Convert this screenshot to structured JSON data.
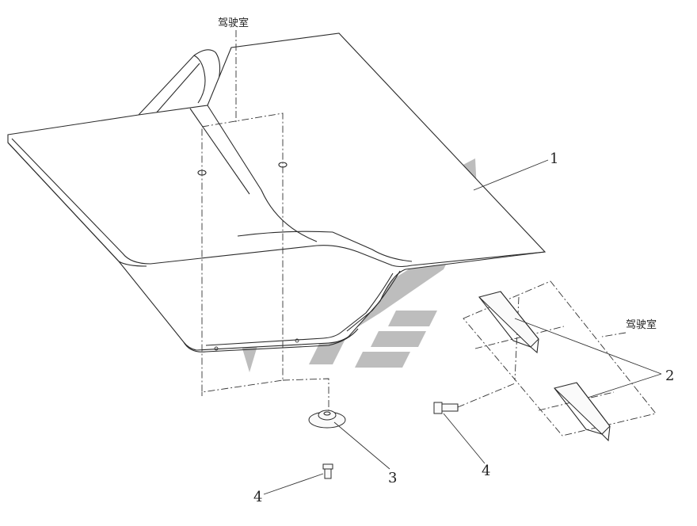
{
  "labels": {
    "cab_top": "驾驶室",
    "cab_right": "驾驶室"
  },
  "callouts": {
    "c1": "1",
    "c2": "2",
    "c3": "3",
    "c4_left": "4",
    "c4_right": "4"
  },
  "colors": {
    "line": "#2b2b2b",
    "watermark": "#9a9a9a"
  }
}
